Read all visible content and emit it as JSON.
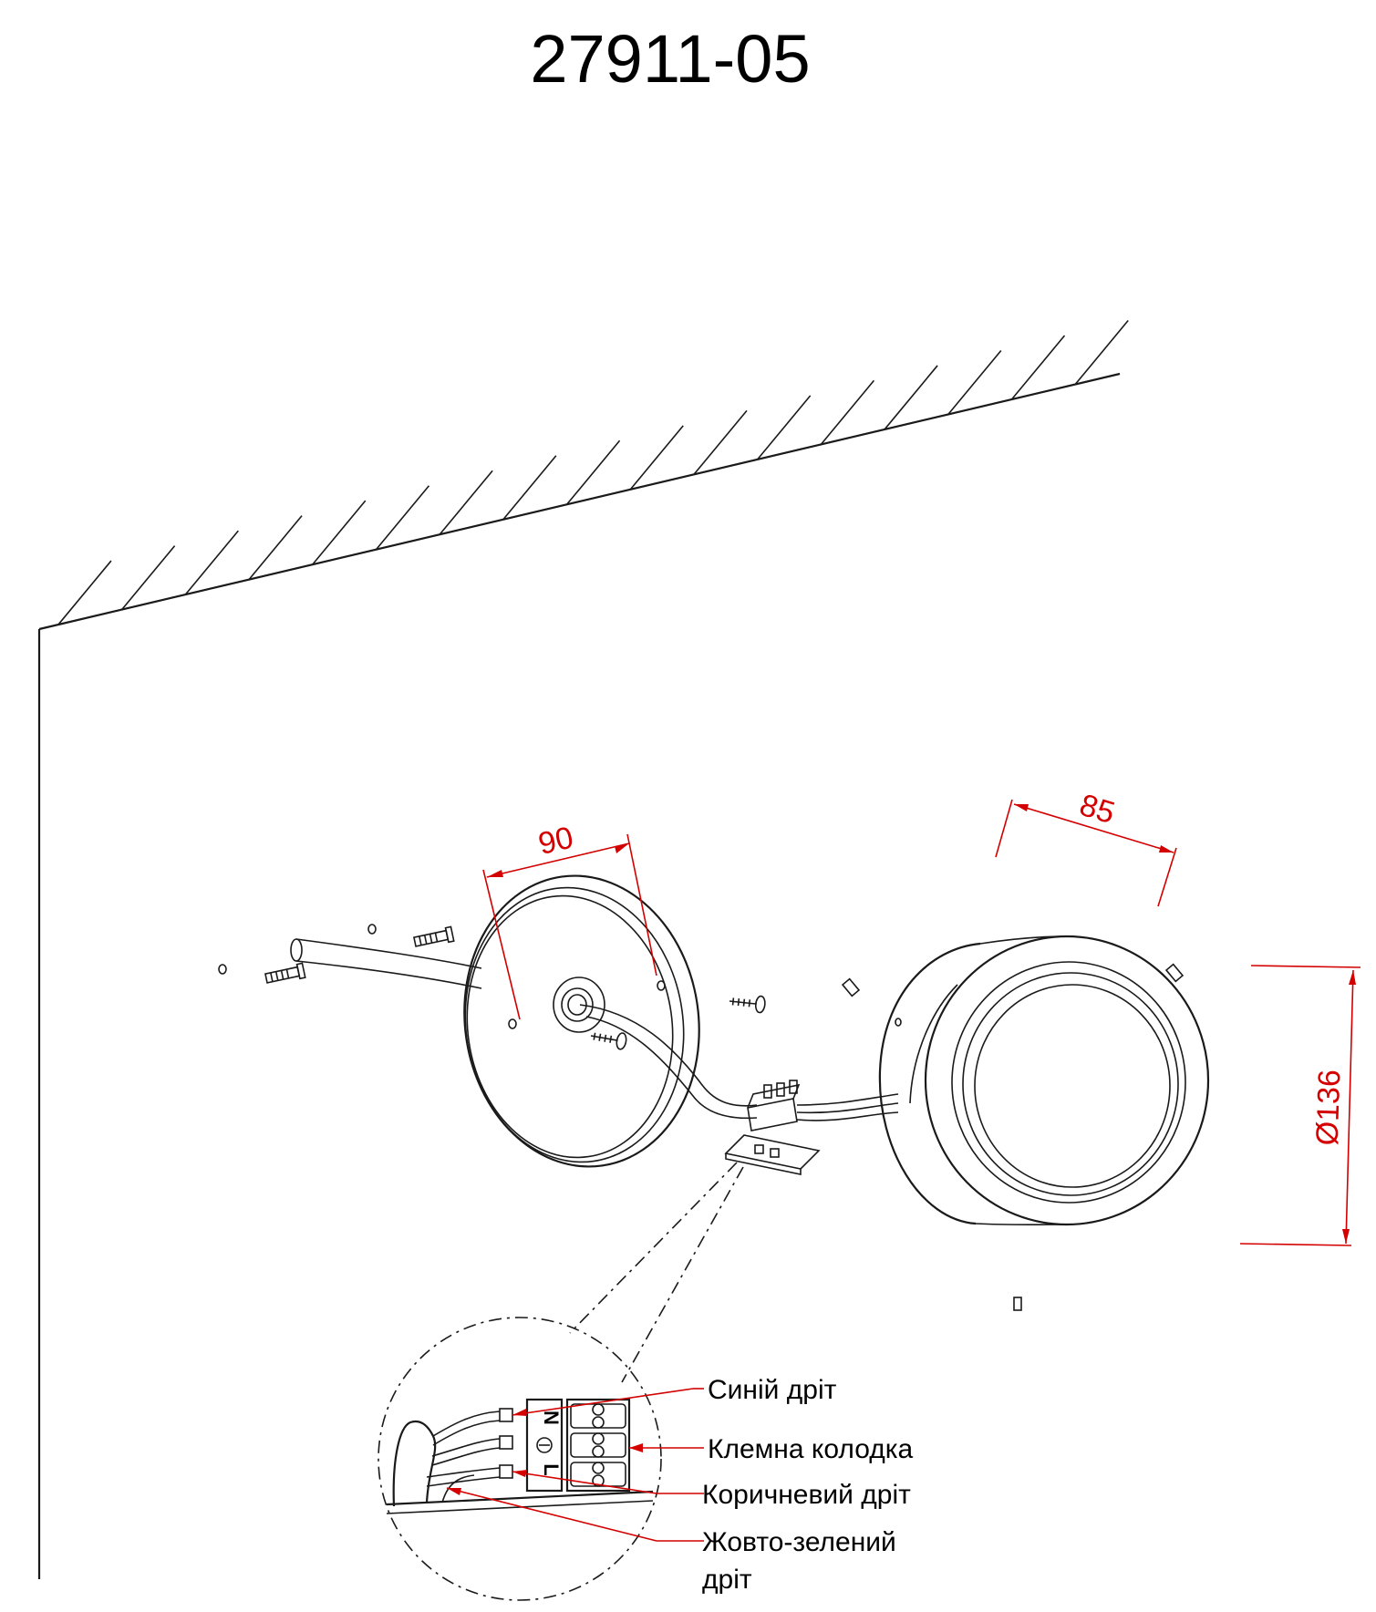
{
  "title": "27911-05",
  "dimensions": {
    "plate_width": "90",
    "body_depth": "85",
    "body_diameter": "Ø136"
  },
  "callouts": {
    "blue_wire": "Синій дріт",
    "terminal_block": "Клемна колодка",
    "brown_wire": "Коричневий дріт",
    "ground_wire_line1": "Жовто-зелений",
    "ground_wire_line2": "дріт"
  },
  "terminal_marks": {
    "neutral": "N",
    "line": "L"
  },
  "colors": {
    "dimension": "#d40000",
    "outline": "#1a1a1a"
  }
}
